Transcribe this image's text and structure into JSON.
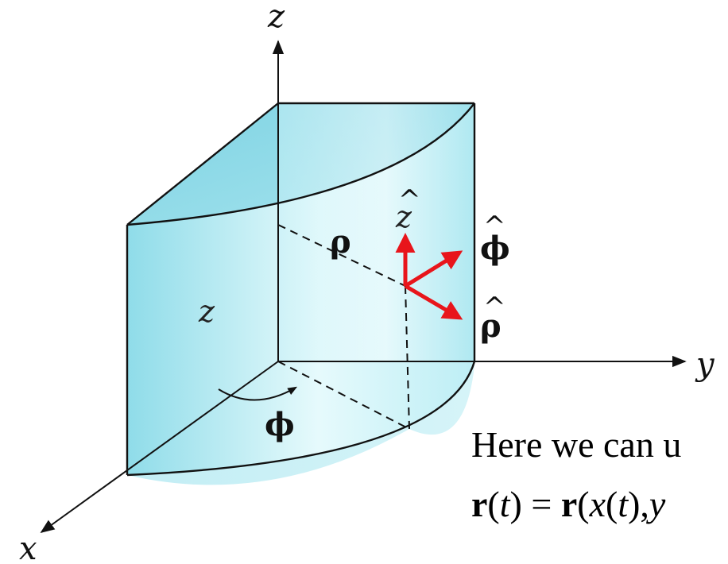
{
  "figure": {
    "axis_labels": {
      "z": "z",
      "y": "y",
      "x": "x"
    },
    "labels": {
      "height_z": "z",
      "rho": "ρ",
      "phi": "ϕ",
      "z_hat": "z",
      "phi_hat": "ϕ",
      "rho_hat": "ρ",
      "hat_symbol": "^"
    },
    "colors": {
      "face_fill": "#a8e6f0",
      "face_highlight": "#e8fbfd",
      "edge": "#111111",
      "unit_vectors": "#e8151b"
    }
  },
  "caption": {
    "line1": "Here we can u",
    "line2_parts": {
      "r1": "r",
      "open1": "(",
      "t1": "t",
      "close1": ")",
      "equals": " = ",
      "r2": "r",
      "open2": "(",
      "x": "x",
      "open3": "(",
      "t2": "t",
      "close3": "),",
      "y": "y"
    }
  }
}
